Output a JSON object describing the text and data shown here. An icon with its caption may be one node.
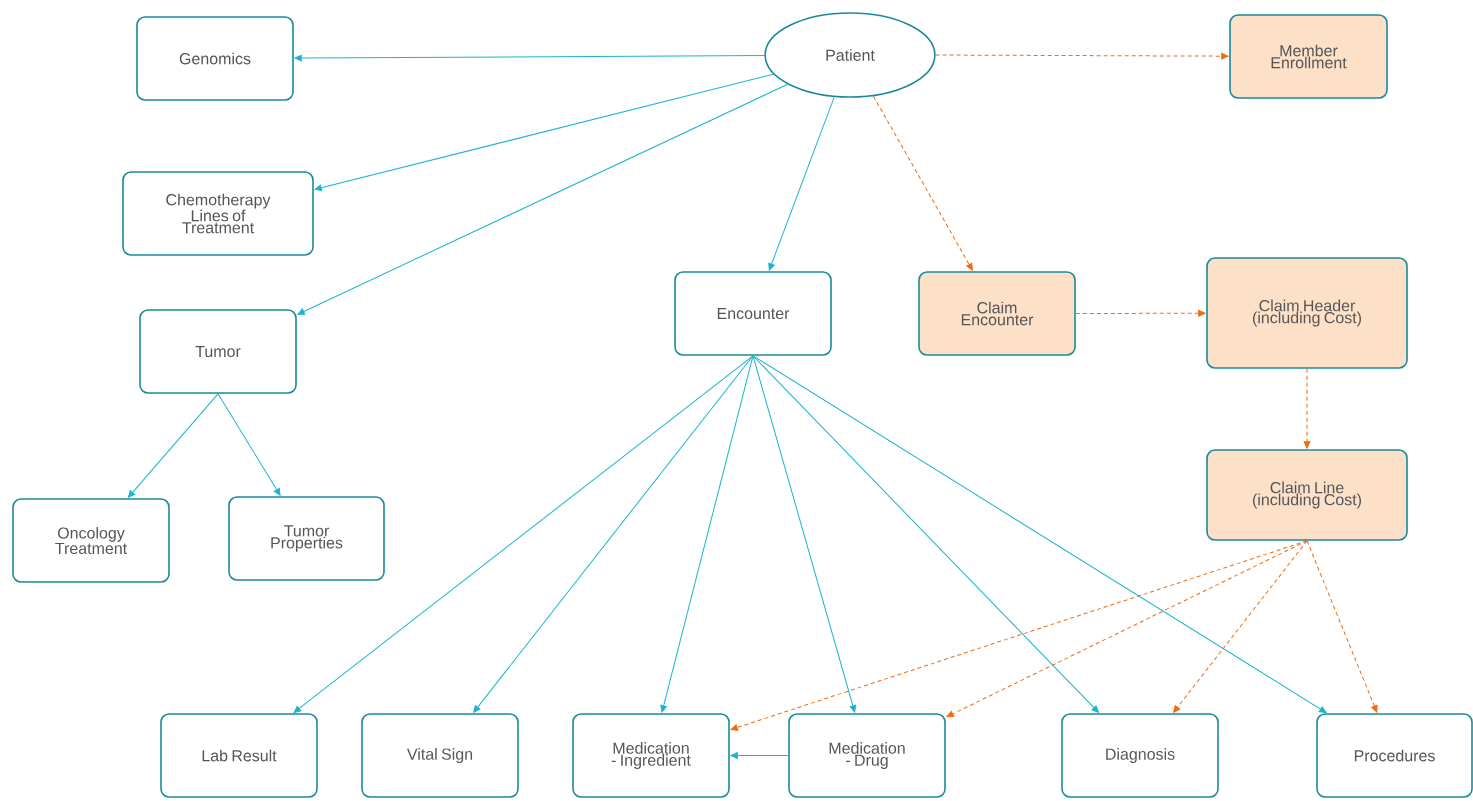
{
  "diagram": {
    "nodes": [
      {
        "text": [
          "Patient"
        ]
      },
      {
        "text": [
          "Genomics"
        ]
      },
      {
        "text": [
          "Member Enrollment"
        ]
      },
      {
        "text": [
          "Chemotherapy Lines of Treatment"
        ]
      },
      {
        "text": [
          "Tumor"
        ]
      },
      {
        "text": [
          "Encounter"
        ]
      },
      {
        "text": [
          "Claim Encounter"
        ]
      },
      {
        "text": [
          "Claim Header (including Cost)"
        ]
      },
      {
        "text": [
          "Claim Line (including Cost)"
        ]
      },
      {
        "text": [
          "Oncology Treatment"
        ]
      },
      {
        "text": [
          "Tumor Properties"
        ]
      },
      {
        "text": [
          "Lab Result"
        ]
      },
      {
        "text": [
          "Vital Sign"
        ]
      },
      {
        "text": [
          "Medication - Ingredient"
        ]
      },
      {
        "text": [
          "Medication - Drug"
        ]
      },
      {
        "text": [
          "Diagnosis"
        ]
      },
      {
        "text": [
          "Procedures"
        ]
      }
    ],
    "edges": [
      {
        "from": 0,
        "to": 1,
        "arrow": "to"
      },
      {
        "from": 0,
        "to": 2,
        "arrow": "to",
        "style": "dashed",
        "color": "#f26b10"
      },
      {
        "from": 0,
        "to": 3,
        "arrow": "to"
      },
      {
        "from": 0,
        "to": 4,
        "arrow": "to"
      },
      {
        "from": 0,
        "to": 5,
        "arrow": "to"
      },
      {
        "from": 0,
        "to": 6,
        "arrow": "to",
        "style": "dashed",
        "color": "#f26b10"
      },
      {
        "from": 6,
        "to": 7,
        "arrow": "to",
        "style": "dashed",
        "color": "#f26b10"
      },
      {
        "from": 7,
        "to": 8,
        "arrow": "to",
        "style": "dashed",
        "color": "#f26b10"
      },
      {
        "from": 4,
        "to": 9,
        "arrow": "to"
      },
      {
        "from": 4,
        "to": 10,
        "arrow": "to"
      },
      {
        "from": 5,
        "to": 11,
        "arrow": "to"
      },
      {
        "from": 5,
        "to": 12,
        "arrow": "to"
      },
      {
        "from": 5,
        "to": 13,
        "arrow": "to"
      },
      {
        "from": 5,
        "to": 14,
        "arrow": "to"
      },
      {
        "from": 5,
        "to": 15,
        "arrow": "to"
      },
      {
        "from": 5,
        "to": 16,
        "arrow": "to"
      },
      {
        "from": 14,
        "to": 13,
        "arrow": "to"
      },
      {
        "from": 8,
        "to": 13,
        "arrow": "to",
        "style": "dashed",
        "color": "#f26b10"
      },
      {
        "from": 8,
        "to": 14,
        "arrow": "to",
        "style": "dashed",
        "color": "#f26b10"
      },
      {
        "from": 8,
        "to": 15,
        "arrow": "to",
        "style": "dashed",
        "color": "#f26b10"
      },
      {
        "from": 8,
        "to": 16,
        "arrow": "to",
        "style": "dashed",
        "color": "#f26b10"
      }
    ]
  }
}
